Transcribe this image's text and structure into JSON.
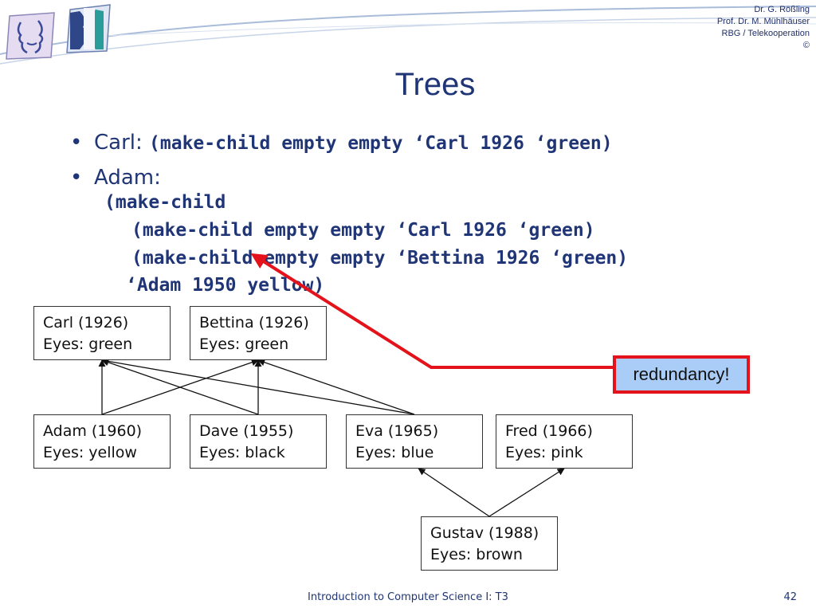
{
  "slide": {
    "title": "Trees",
    "credits": [
      "Dr. G. Rößling",
      "Prof. Dr. M. Mühlhäuser",
      "RBG / Telekooperation",
      "©"
    ],
    "footer": "Introduction to Computer Science I: T3",
    "page_number": "42"
  },
  "bullets": [
    {
      "label": "Carl:",
      "code": "(make-child empty empty ‘Carl 1926 ‘green)"
    },
    {
      "label": "Adam:",
      "code_lines": [
        "(make-child",
        "(make-child empty empty ‘Carl 1926 ‘green)",
        "(make-child empty empty ‘Bettina 1926 ‘green)",
        "‘Adam 1950 yellow)"
      ]
    }
  ],
  "tree": {
    "nodes": [
      {
        "id": "carl",
        "name": "Carl (1926)",
        "eyes": "Eyes: green"
      },
      {
        "id": "bettina",
        "name": "Bettina (1926)",
        "eyes": "Eyes: green"
      },
      {
        "id": "adam",
        "name": "Adam (1960)",
        "eyes": "Eyes: yellow"
      },
      {
        "id": "dave",
        "name": "Dave (1955)",
        "eyes": "Eyes: black"
      },
      {
        "id": "eva",
        "name": "Eva (1965)",
        "eyes": "Eyes: blue"
      },
      {
        "id": "fred",
        "name": "Fred (1966)",
        "eyes": "Eyes: pink"
      },
      {
        "id": "gustav",
        "name": "Gustav (1988)",
        "eyes": "Eyes: brown"
      }
    ],
    "edges": [
      {
        "from": "adam",
        "to": "carl"
      },
      {
        "from": "adam",
        "to": "bettina"
      },
      {
        "from": "dave",
        "to": "carl"
      },
      {
        "from": "dave",
        "to": "bettina"
      },
      {
        "from": "eva",
        "to": "carl"
      },
      {
        "from": "eva",
        "to": "bettina"
      },
      {
        "from": "gustav",
        "to": "eva"
      },
      {
        "from": "gustav",
        "to": "fred"
      }
    ]
  },
  "callout": {
    "text": "redundancy!",
    "border_color": "#e3121b",
    "fill_color": "#a9cdf7"
  },
  "colors": {
    "title": "#1f3576",
    "accent_red": "#e3121b"
  }
}
